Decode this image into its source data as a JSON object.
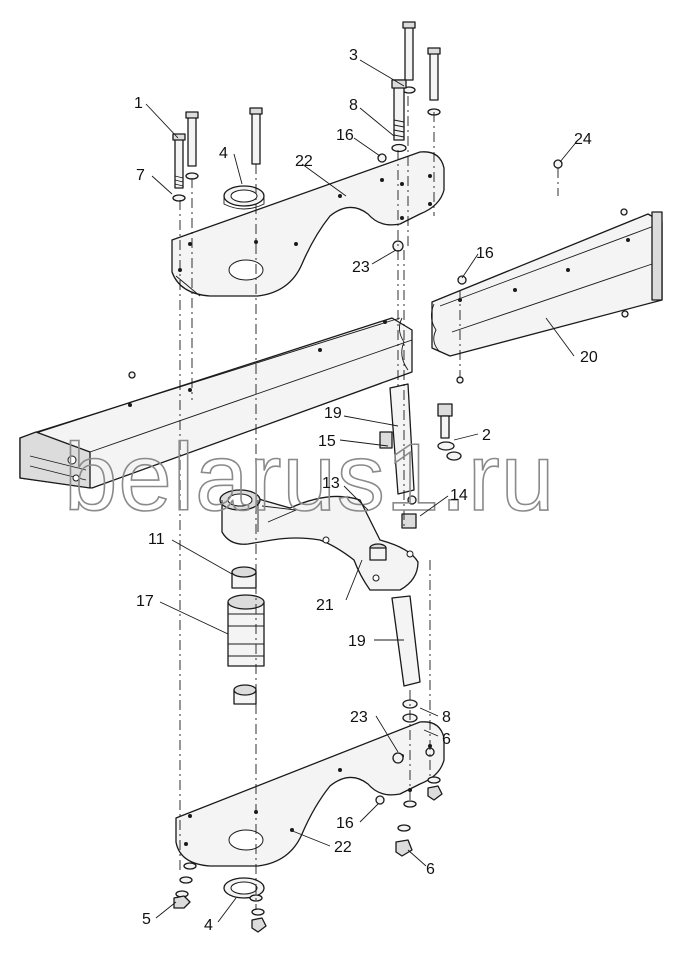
{
  "watermark": "belarus1.ru",
  "callouts": {
    "c1": "1",
    "c2": "2",
    "c3": "3",
    "c4a": "4",
    "c4b": "4",
    "c5": "5",
    "c6a": "6",
    "c6b": "6",
    "c7": "7",
    "c8a": "8",
    "c8b": "8",
    "c11": "11",
    "c13": "13",
    "c14": "14",
    "c15": "15",
    "c16a": "16",
    "c16b": "16",
    "c16c": "16",
    "c17": "17",
    "c19a": "19",
    "c19b": "19",
    "c20": "20",
    "c21": "21",
    "c22a": "22",
    "c22b": "22",
    "c23a": "23",
    "c23b": "23",
    "c24": "24"
  }
}
